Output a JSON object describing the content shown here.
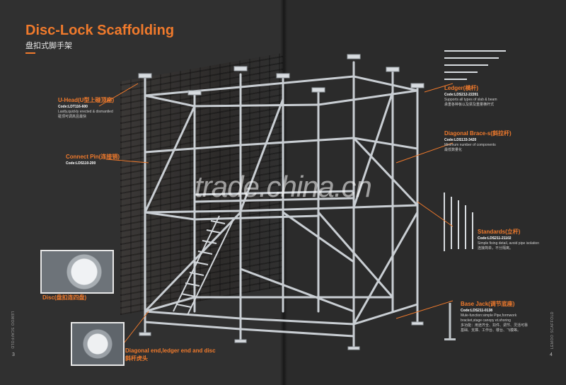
{
  "header": {
    "title": "Disc-Lock Scaffolding",
    "subtitle": "盘扣式脚手架"
  },
  "labels": {
    "uhead": {
      "title": "U-Head(U型上碰顶座)",
      "code": "Code:LDT116-600",
      "desc": [
        "Lastly,quickly erected & dismantled",
        "碰顶可调高且最快"
      ]
    },
    "connect_pin": {
      "title": "Connect Pin(连接销)",
      "code": "Code:LDS110-200"
    },
    "disc": {
      "title": "Disc(盘扣连四盘)"
    },
    "diagonal_end": {
      "title": "Diagonal end,ledger end and disc",
      "subtitle": "斜杆虎头"
    },
    "ledger": {
      "title": "Ledger(横杆)",
      "code": "Code:LDS212-22201",
      "desc": [
        "Supports all types of slab & beam",
        "承重各种板以及梁及重量横杆式"
      ]
    },
    "diagonal_brace": {
      "title": "Diagonal Brace-s(斜拉杆)",
      "code": "Code:LDS133-3420",
      "desc": [
        "Minimum number of components",
        "最低数量化"
      ]
    },
    "standards": {
      "title": "Standards(立杆)",
      "code": "Code:LDS211-21102",
      "desc": [
        "Simple fixing detail, avoid pipe isolation",
        "连接简单，不分隔离。"
      ]
    },
    "base_jack": {
      "title": "Base Jack(调节底座)",
      "code": "Code:LDS211-0138",
      "desc": [
        "Mule-function:simple Pipe,formwork",
        "bracket,stage canopy et.shoring",
        "多功能：用途齐全、扣件、调节、灵活可靠",
        "基础、支撑、工作台、楼台、飞模等。"
      ]
    }
  },
  "side_text": {
    "left": "LEMOO SCAFFOLD",
    "right": "LEMOO SCAFFOLD"
  },
  "page_numbers": {
    "left": "3",
    "right": "4"
  },
  "watermark": "trade.china.cn",
  "colors": {
    "accent": "#f07a2c",
    "background": "#2e2e2e",
    "steel": "#c9ced3"
  }
}
